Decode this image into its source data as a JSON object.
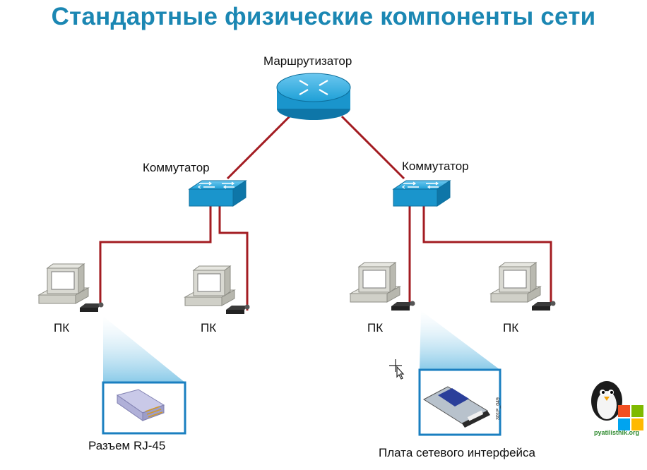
{
  "title": "Стандартные физические компоненты сети",
  "nodes": {
    "router": {
      "label": "Маршрутизатор",
      "icon": "router-icon"
    },
    "switch_left": {
      "label": "Коммутатор",
      "icon": "switch-icon"
    },
    "switch_right": {
      "label": "Коммутатор",
      "icon": "switch-icon"
    },
    "pcs": [
      {
        "label": "ПК",
        "icon": "pc-icon"
      },
      {
        "label": "ПК",
        "icon": "pc-icon"
      },
      {
        "label": "ПК",
        "icon": "pc-icon"
      },
      {
        "label": "ПК",
        "icon": "pc-icon"
      }
    ]
  },
  "callouts": {
    "rj45": {
      "label": "Разъем RJ-45",
      "icon": "rj45-connector-icon"
    },
    "nic": {
      "label": "Плата сетевого интерфейса",
      "icon": "network-card-icon",
      "code": "301P_049"
    }
  },
  "watermark": {
    "text": "pyatilisthik.org",
    "icon": "penguin-logo-icon"
  },
  "colors": {
    "title": "#1b87b3",
    "cable": "#a31c22",
    "device": "#1e9fd6",
    "callout_border": "#1a7fc0"
  }
}
